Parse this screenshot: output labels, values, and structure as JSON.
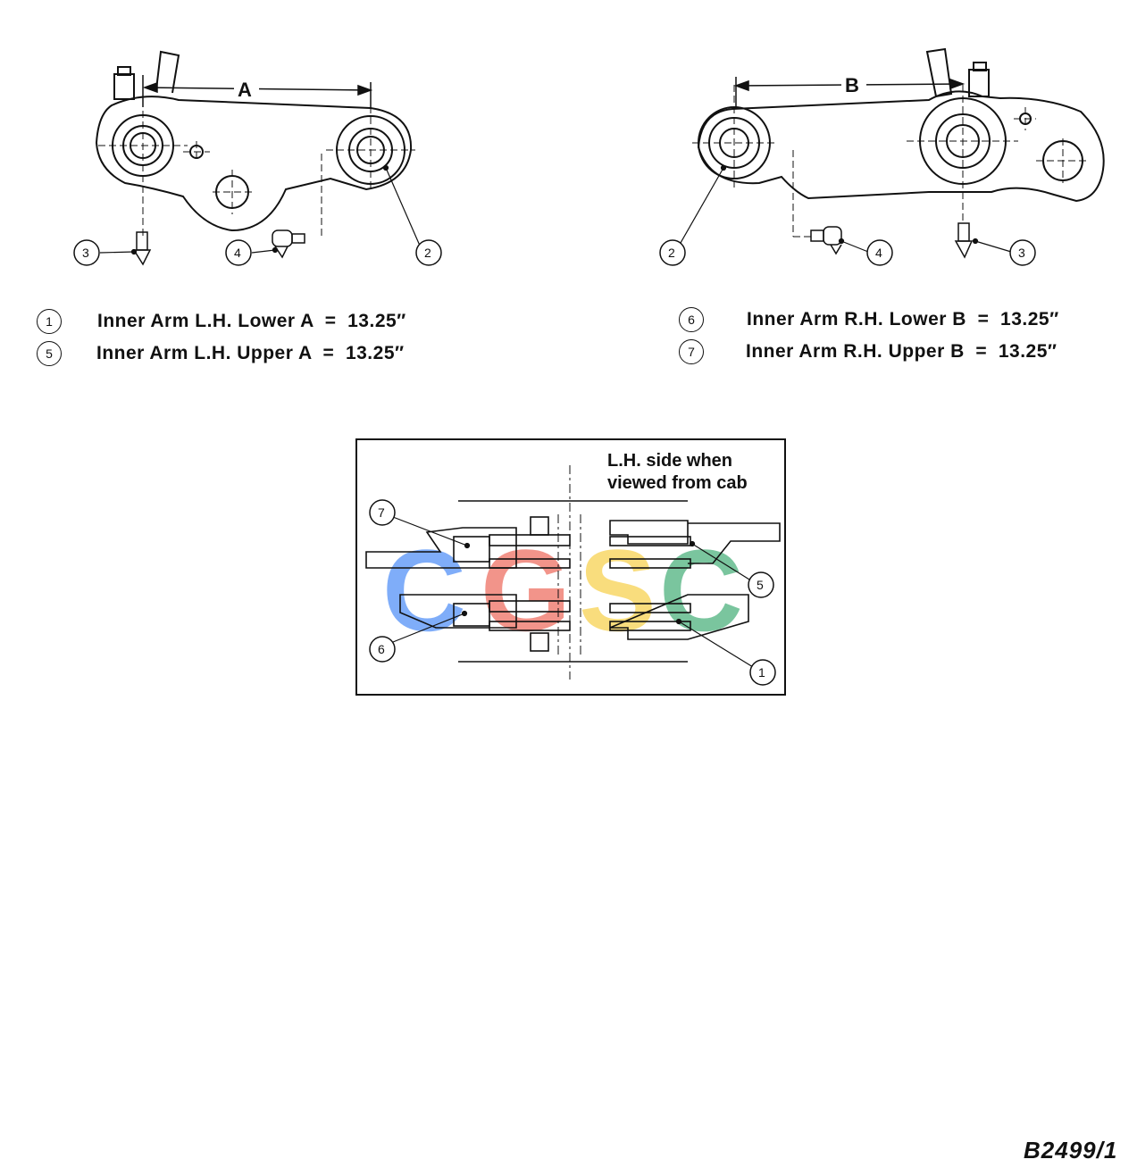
{
  "legend": [
    {
      "num": "1",
      "text": "Inner Arm L.H. Lower A  =  13.25″"
    },
    {
      "num": "5",
      "text": "Inner Arm L.H. Upper A  =  13.25″"
    },
    {
      "num": "6",
      "text": "Inner Arm R.H. Lower B  =  13.25″"
    },
    {
      "num": "7",
      "text": "Inner Arm R.H. Upper B  =  13.25″"
    }
  ],
  "left_arm": {
    "dimension_label": "A",
    "callouts": [
      "3",
      "4",
      "2"
    ]
  },
  "right_arm": {
    "dimension_label": "B",
    "callouts": [
      "2",
      "4",
      "3"
    ]
  },
  "detail": {
    "caption": "L.H. side when\nviewed from cab",
    "callouts": [
      "7",
      "6",
      "5",
      "1"
    ]
  },
  "watermark": {
    "letters": [
      "C",
      "G",
      "S",
      "C"
    ],
    "colors": [
      "#4f8ef7",
      "#ee6b5e",
      "#f8d04c",
      "#48b07a"
    ]
  },
  "drawing_id": "B2499/1"
}
